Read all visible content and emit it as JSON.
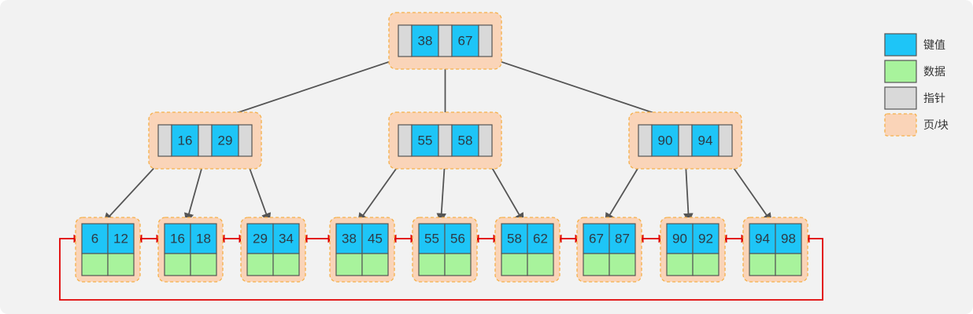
{
  "tree": {
    "root": {
      "keys": [
        "38",
        "67"
      ]
    },
    "internal": [
      {
        "keys": [
          "16",
          "29"
        ]
      },
      {
        "keys": [
          "55",
          "58"
        ]
      },
      {
        "keys": [
          "90",
          "94"
        ]
      }
    ],
    "leaves": [
      {
        "keys": [
          "6",
          "12"
        ]
      },
      {
        "keys": [
          "16",
          "18"
        ]
      },
      {
        "keys": [
          "29",
          "34"
        ]
      },
      {
        "keys": [
          "38",
          "45"
        ]
      },
      {
        "keys": [
          "55",
          "56"
        ]
      },
      {
        "keys": [
          "58",
          "62"
        ]
      },
      {
        "keys": [
          "67",
          "87"
        ]
      },
      {
        "keys": [
          "90",
          "92"
        ]
      },
      {
        "keys": [
          "94",
          "98"
        ]
      }
    ]
  },
  "legend": [
    {
      "label": "键值",
      "kind": "key",
      "color": "#1ec5f7"
    },
    {
      "label": "数据",
      "kind": "data",
      "color": "#a8f39c"
    },
    {
      "label": "指针",
      "kind": "pointer",
      "color": "#d9d9d9"
    },
    {
      "label": "页/块",
      "kind": "page",
      "color": "#fad4b8"
    }
  ],
  "colors": {
    "key": "#1ec5f7",
    "data": "#a8f39c",
    "pointer": "#d9d9d9",
    "page": "#fad4b8",
    "page_border": "#f5b04a",
    "tree_edge": "#555555",
    "leaf_link": "#e00000"
  }
}
